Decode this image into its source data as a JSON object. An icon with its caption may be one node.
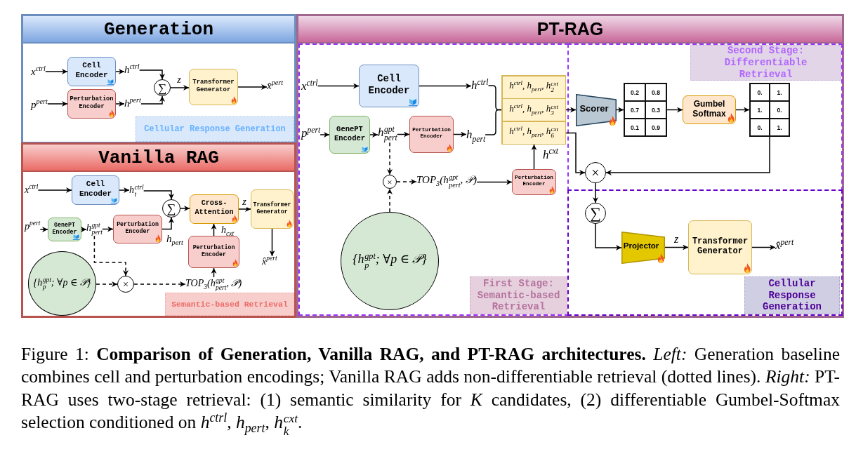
{
  "diagram": {
    "caption": "Figure 1: **Comparison of Generation, Vanilla RAG, and PT-RAG architectures.** *Left:* Generation baseline combines cell and perturbation encodings; Vanilla RAG adds non-differentiable retrieval (dotted lines). *Right:* PT-RAG uses two-stage retrieval: (1) semantic similarity for *K* candidates, (2) differentiable Gumbel-Softmax selection conditioned on *h*$^{ctrl}$, *h*$_{pert}$, *h*$^{cxt}$$_{k}$.",
    "nodes": [
      {
        "text": [
          "Generation"
        ]
      },
      {
        "text": [
          "x$^{ctrl}$"
        ],
        "in": 0
      },
      {
        "text": [
          "Cell Encoder"
        ],
        "in": 0
      },
      {
        "text": [
          "h$^{ctrl}$"
        ],
        "in": 0
      },
      {
        "text": [
          "∑"
        ],
        "in": 0
      },
      {
        "text": [
          "Transformer Generator"
        ],
        "in": 0
      },
      {
        "text": [
          "x̂$^{pert}$"
        ],
        "in": 0
      },
      {
        "text": [
          "p$^{pert}$"
        ],
        "in": 0
      },
      {
        "text": [
          "Perturbation Encoder"
        ],
        "in": 0
      },
      {
        "text": [
          "h$^{pert}$"
        ],
        "in": 0
      },
      {
        "text": [
          "Cellular Response Generation"
        ],
        "in": 0
      },
      {
        "text": [
          "Vanilla RAG"
        ]
      },
      {
        "text": [
          "x$^{ctrl}$"
        ],
        "in": 11
      },
      {
        "text": [
          "Cell Encoder"
        ],
        "in": 11
      },
      {
        "text": [
          "h$^{ctrl}$$_{t}$"
        ],
        "in": 11
      },
      {
        "text": [
          "∑"
        ],
        "in": 11
      },
      {
        "text": [
          "Cross-Attention"
        ],
        "in": 11
      },
      {
        "text": [
          "Transformer Generator"
        ],
        "in": 11
      },
      {
        "text": [
          "p$^{pert}$"
        ],
        "in": 11
      },
      {
        "text": [
          "GenePT Encoder"
        ],
        "in": 11
      },
      {
        "text": [
          "h$^{gpt}$$_{pert}$"
        ],
        "in": 11
      },
      {
        "text": [
          "Perturbation Encoder"
        ],
        "in": 11
      },
      {
        "text": [
          "Perturbation Encoder"
        ],
        "in": 11
      },
      {
        "text": [
          "x̂$^{pert}$"
        ],
        "in": 11
      },
      {
        "text": [
          "{h$^{gpt}$$_{p}$; ∀p ∈ 𝒫}"
        ],
        "in": 11
      },
      {
        "text": [
          "×"
        ],
        "in": 11
      },
      {
        "text": [
          "TOP$_{3}$(h$^{gpt}$$_{pert}$, 𝒫)"
        ],
        "in": 11
      },
      {
        "text": [
          "Semantic-based Retrieval"
        ],
        "in": 11
      },
      {
        "text": [
          "PT-RAG"
        ]
      },
      {
        "text": [
          "First Stage: Semantic-based Retrieval"
        ],
        "in": 28
      },
      {
        "text": [
          "x$^{ctrl}$"
        ],
        "in": 29
      },
      {
        "text": [
          "Cell Encoder"
        ],
        "in": 29
      },
      {
        "text": [
          "h$^{ctrl}$"
        ],
        "in": 29
      },
      {
        "text": [
          "p$^{pert}$"
        ],
        "in": 29
      },
      {
        "text": [
          "GenePT Encoder"
        ],
        "in": 29
      },
      {
        "text": [
          "h$^{gpt}$$_{pert}$"
        ],
        "in": 29
      },
      {
        "text": [
          "Perturbation Encoder"
        ],
        "in": 29
      },
      {
        "text": [
          "h$_{pert}$"
        ],
        "in": 29
      },
      {
        "text": [
          "h$^{ctrl}$, h$_{pert}$, h$^{cxt}$$_{2}$",
          "h$^{ctrl}$, h$_{pert}$, h$^{cxt}$$_{3}$",
          "h$^{ctrl}$, h$_{pert}$, h$^{cxt}$$_{6}$"
        ],
        "in": 29
      },
      {
        "text": [
          "×"
        ],
        "in": 29
      },
      {
        "text": [
          "TOP$_{3}$(h$^{gpt}$$_{pert}$, 𝒫)"
        ],
        "in": 29
      },
      {
        "text": [
          "Perturbation Encoder"
        ],
        "in": 29
      },
      {
        "text": [
          "{h$^{gpt}$$_{p}$; ∀p ∈ 𝒫}"
        ],
        "in": 29
      },
      {
        "text": [
          "Second Stage: Differentiable Retrieval"
        ],
        "in": 28
      },
      {
        "text": [
          "Scorer"
        ],
        "in": 43
      },
      {
        "text": [
          "0.2",
          "0.8",
          "0.7",
          "0.3",
          "0.1",
          "0.9"
        ],
        "in": 43
      },
      {
        "text": [
          "Gumbel Softmax"
        ],
        "in": 43
      },
      {
        "text": [
          "0.",
          "1.",
          "1.",
          "0.",
          "0.",
          "1."
        ],
        "in": 43
      },
      {
        "text": [
          "×"
        ],
        "in": 43
      },
      {
        "text": [
          "Cellular Response Generation"
        ],
        "in": 28
      },
      {
        "text": [
          "∑"
        ],
        "in": 49
      },
      {
        "text": [
          "Projector"
        ],
        "in": 49
      },
      {
        "text": [
          "Transformer Generator"
        ],
        "in": 49
      },
      {
        "text": [
          "x̂$^{pert}$"
        ],
        "in": 49
      }
    ],
    "edges": [
      {
        "from": 1,
        "to": 2,
        "arrow": "to"
      },
      {
        "from": 2,
        "to": 3,
        "arrow": "to"
      },
      {
        "from": 3,
        "to": 4,
        "arrow": "to"
      },
      {
        "from": 4,
        "to": 5,
        "arrow": "to",
        "label": "z"
      },
      {
        "from": 5,
        "to": 6,
        "arrow": "to"
      },
      {
        "from": 7,
        "to": 8,
        "arrow": "to"
      },
      {
        "from": 8,
        "to": 9,
        "arrow": "to"
      },
      {
        "from": 9,
        "to": 4,
        "arrow": "to"
      },
      {
        "from": 12,
        "to": 13,
        "arrow": "to"
      },
      {
        "from": 13,
        "to": 14,
        "arrow": "to"
      },
      {
        "from": 14,
        "to": 15,
        "arrow": "to"
      },
      {
        "from": 15,
        "to": 16,
        "arrow": "to"
      },
      {
        "from": 16,
        "to": 17,
        "arrow": "to",
        "label": "z"
      },
      {
        "from": 17,
        "to": 23,
        "arrow": "to"
      },
      {
        "from": 18,
        "to": 19,
        "arrow": "to"
      },
      {
        "from": 19,
        "to": 20,
        "arrow": "to"
      },
      {
        "from": 20,
        "to": 21,
        "arrow": "to"
      },
      {
        "from": 21,
        "to": 15,
        "arrow": "to",
        "label": "h$_{pert}$"
      },
      {
        "from": 22,
        "to": 16,
        "arrow": "to",
        "label": "h$_{cxt}$"
      },
      {
        "from": 20,
        "to": 25,
        "arrow": "to",
        "style": "dashed"
      },
      {
        "from": 24,
        "to": 25,
        "arrow": "to",
        "style": "dashed"
      },
      {
        "from": 25,
        "to": 26,
        "arrow": "to",
        "style": "dashed"
      },
      {
        "from": 26,
        "to": 22,
        "arrow": "to"
      },
      {
        "from": 30,
        "to": 31,
        "arrow": "to"
      },
      {
        "from": 31,
        "to": 32,
        "arrow": "to"
      },
      {
        "from": 33,
        "to": 34,
        "arrow": "to"
      },
      {
        "from": 34,
        "to": 35,
        "arrow": "to"
      },
      {
        "from": 35,
        "to": 36,
        "arrow": "to"
      },
      {
        "from": 36,
        "to": 37,
        "arrow": "to"
      },
      {
        "from": 35,
        "to": 39,
        "arrow": "to",
        "style": "dashed"
      },
      {
        "from": 42,
        "to": 39,
        "arrow": "to",
        "style": "dashed"
      },
      {
        "from": 39,
        "to": 40,
        "arrow": "to",
        "style": "dashed"
      },
      {
        "from": 40,
        "to": 41,
        "arrow": "to"
      },
      {
        "from": 41,
        "to": 38,
        "arrow": "to",
        "label": "h$^{cxt}$"
      },
      {
        "from": 38,
        "to": 44,
        "arrow": "to"
      },
      {
        "from": 44,
        "to": 45,
        "arrow": "to"
      },
      {
        "from": 45,
        "to": 46,
        "arrow": "to"
      },
      {
        "from": 46,
        "to": 47,
        "arrow": "to"
      },
      {
        "from": 47,
        "to": 48,
        "arrow": "to"
      },
      {
        "from": 38,
        "to": 48,
        "arrow": "to"
      },
      {
        "from": 48,
        "to": 50,
        "arrow": "to"
      },
      {
        "from": 50,
        "to": 51,
        "arrow": "to"
      },
      {
        "from": 51,
        "to": 52,
        "arrow": "to",
        "label": "z"
      },
      {
        "from": 52,
        "to": 53,
        "arrow": "to"
      },
      {
        "from": 32,
        "to": 38,
        "arrow": "none"
      },
      {
        "from": 37,
        "to": 38,
        "arrow": "none"
      }
    ]
  }
}
